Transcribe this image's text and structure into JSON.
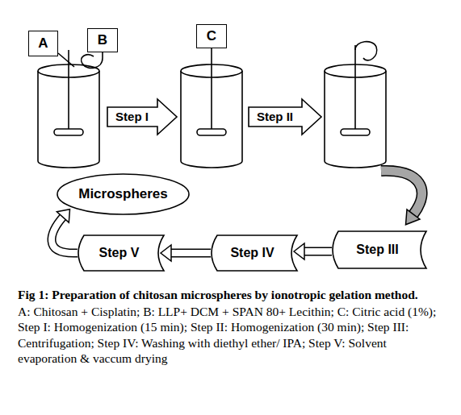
{
  "diagram": {
    "caption": "Fig 1: Preparation of chitosan microspheres by ionotropic gelation method.",
    "nodes": [
      {
        "text": [
          "A"
        ]
      },
      {
        "text": [
          "B"
        ]
      },
      {
        "text": [
          "C"
        ]
      },
      {
        "text": [
          "Step I"
        ]
      },
      {
        "text": [
          "Step II"
        ]
      },
      {
        "text": [
          "Microspheres"
        ]
      },
      {
        "text": [
          "Step III"
        ]
      },
      {
        "text": [
          "Step IV"
        ]
      },
      {
        "text": [
          "Step V"
        ]
      }
    ],
    "edges": [
      {
        "from": 6,
        "to": 7,
        "arrow": "to"
      },
      {
        "from": 7,
        "to": 8,
        "arrow": "to"
      },
      {
        "from": 8,
        "to": 5,
        "arrow": "to"
      }
    ],
    "labels": [
      "A: Chitosan + Cisplatin; B: LLP+ DCM + SPAN 80+ Lecithin; C: Citric acid (1%); Step I: Homogenization (15 min); Step II: Homogenization (30 min); Step III: Centrifugation; Step IV: Washing with diethyl ether/ IPA; Step V: Solvent evaporation & vaccum drying"
    ]
  }
}
